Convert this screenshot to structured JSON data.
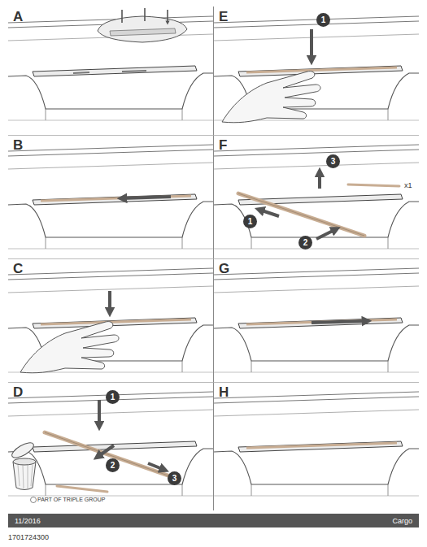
{
  "diagram": {
    "nodes": [
      {
        "text": [
          "A"
        ]
      },
      {
        "text": [
          "B"
        ]
      },
      {
        "text": [
          "C"
        ]
      },
      {
        "text": [
          "D"
        ]
      },
      {
        "text": [
          "E"
        ]
      },
      {
        "text": [
          "F"
        ]
      },
      {
        "text": [
          "G"
        ]
      },
      {
        "text": [
          "H"
        ]
      },
      {
        "text": [
          "1"
        ],
        "in": 3
      },
      {
        "text": [
          "2"
        ],
        "in": 3
      },
      {
        "text": [
          "3"
        ],
        "in": 3
      },
      {
        "text": [
          "1"
        ],
        "in": 4
      },
      {
        "text": [
          "1"
        ],
        "in": 5
      },
      {
        "text": [
          "2"
        ],
        "in": 5
      },
      {
        "text": [
          "3"
        ],
        "in": 5
      },
      {
        "text": [
          "11/2016",
          "Cargo"
        ]
      }
    ],
    "labels": [
      "x1",
      "PART OF TRIPLE GROUP",
      "1701724300"
    ]
  }
}
